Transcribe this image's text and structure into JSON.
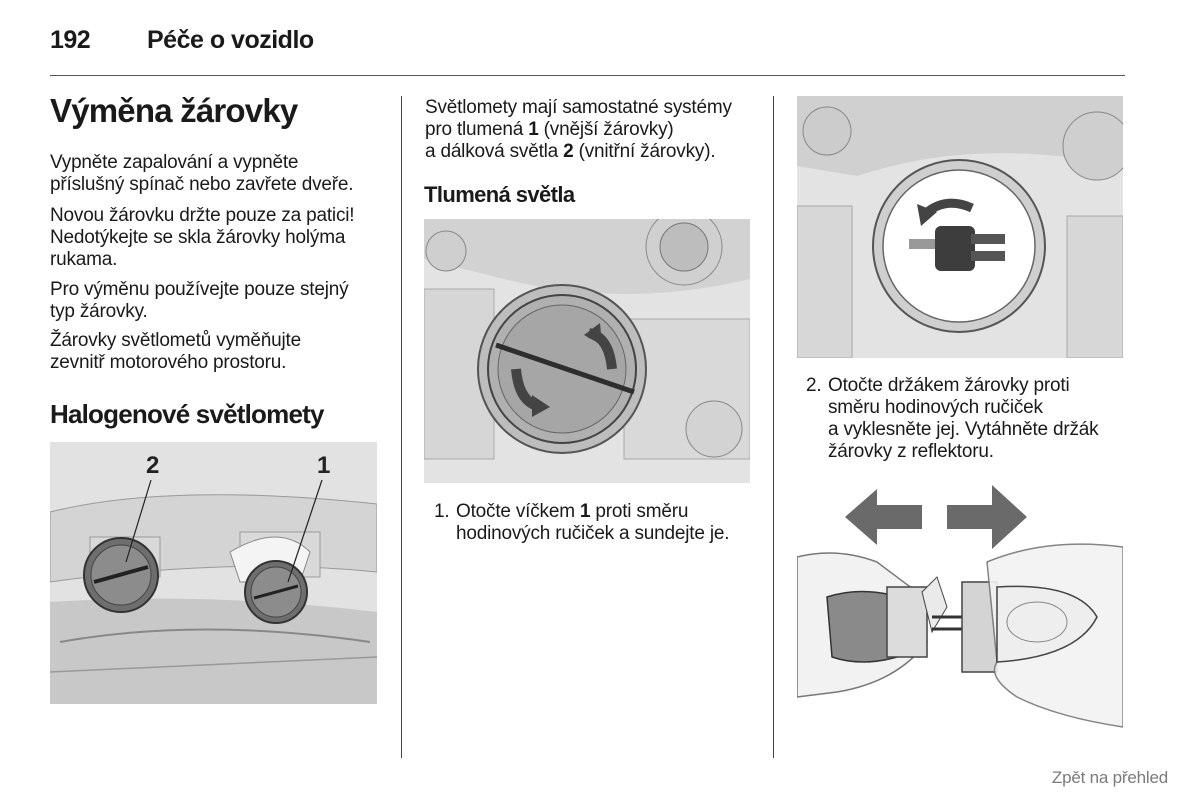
{
  "header": {
    "page_number": "192",
    "chapter": "Péče o vozidlo"
  },
  "col1": {
    "title": "Výměna žárovky",
    "paragraphs": [
      [
        "Vypněte zapalování a vypněte",
        "příslušný spínač nebo zavřete dveře."
      ],
      [
        "Novou žárovku držte pouze za patici!",
        "Nedotýkejte se skla žárovky holýma",
        "rukama."
      ],
      [
        "Pro výměnu používejte pouze stejný",
        "typ žárovky."
      ],
      [
        "Žárovky světlometů vyměňujte",
        "zevnitř motorového prostoru."
      ]
    ],
    "subtitle": "Halogenové světlomety",
    "figure": {
      "label_2": "2",
      "label_1": "1"
    }
  },
  "col2": {
    "intro": {
      "line1": "Světlomety mají samostatné systémy",
      "line2_pre": "pro tlumená ",
      "line2_bold": "1",
      "line2_post": " (vnější žárovky)",
      "line3_pre": "a dálková světla ",
      "line3_bold": "2",
      "line3_post": " (vnitřní žárovky)."
    },
    "subtitle": "Tlumená světla",
    "step1": {
      "number": "1.",
      "line1_pre": "Otočte víčkem ",
      "line1_bold": "1",
      "line1_post": " proti směru",
      "line2": "hodinových ručiček a sundejte je."
    }
  },
  "col3": {
    "step2": {
      "number": "2.",
      "lines": [
        "Otočte držákem žárovky proti",
        "směru hodinových ručiček",
        "a vyklesněte jej. Vytáhněte držák",
        "žárovky z reflektoru."
      ]
    }
  },
  "footer": {
    "link": "Zpět na přehled"
  }
}
